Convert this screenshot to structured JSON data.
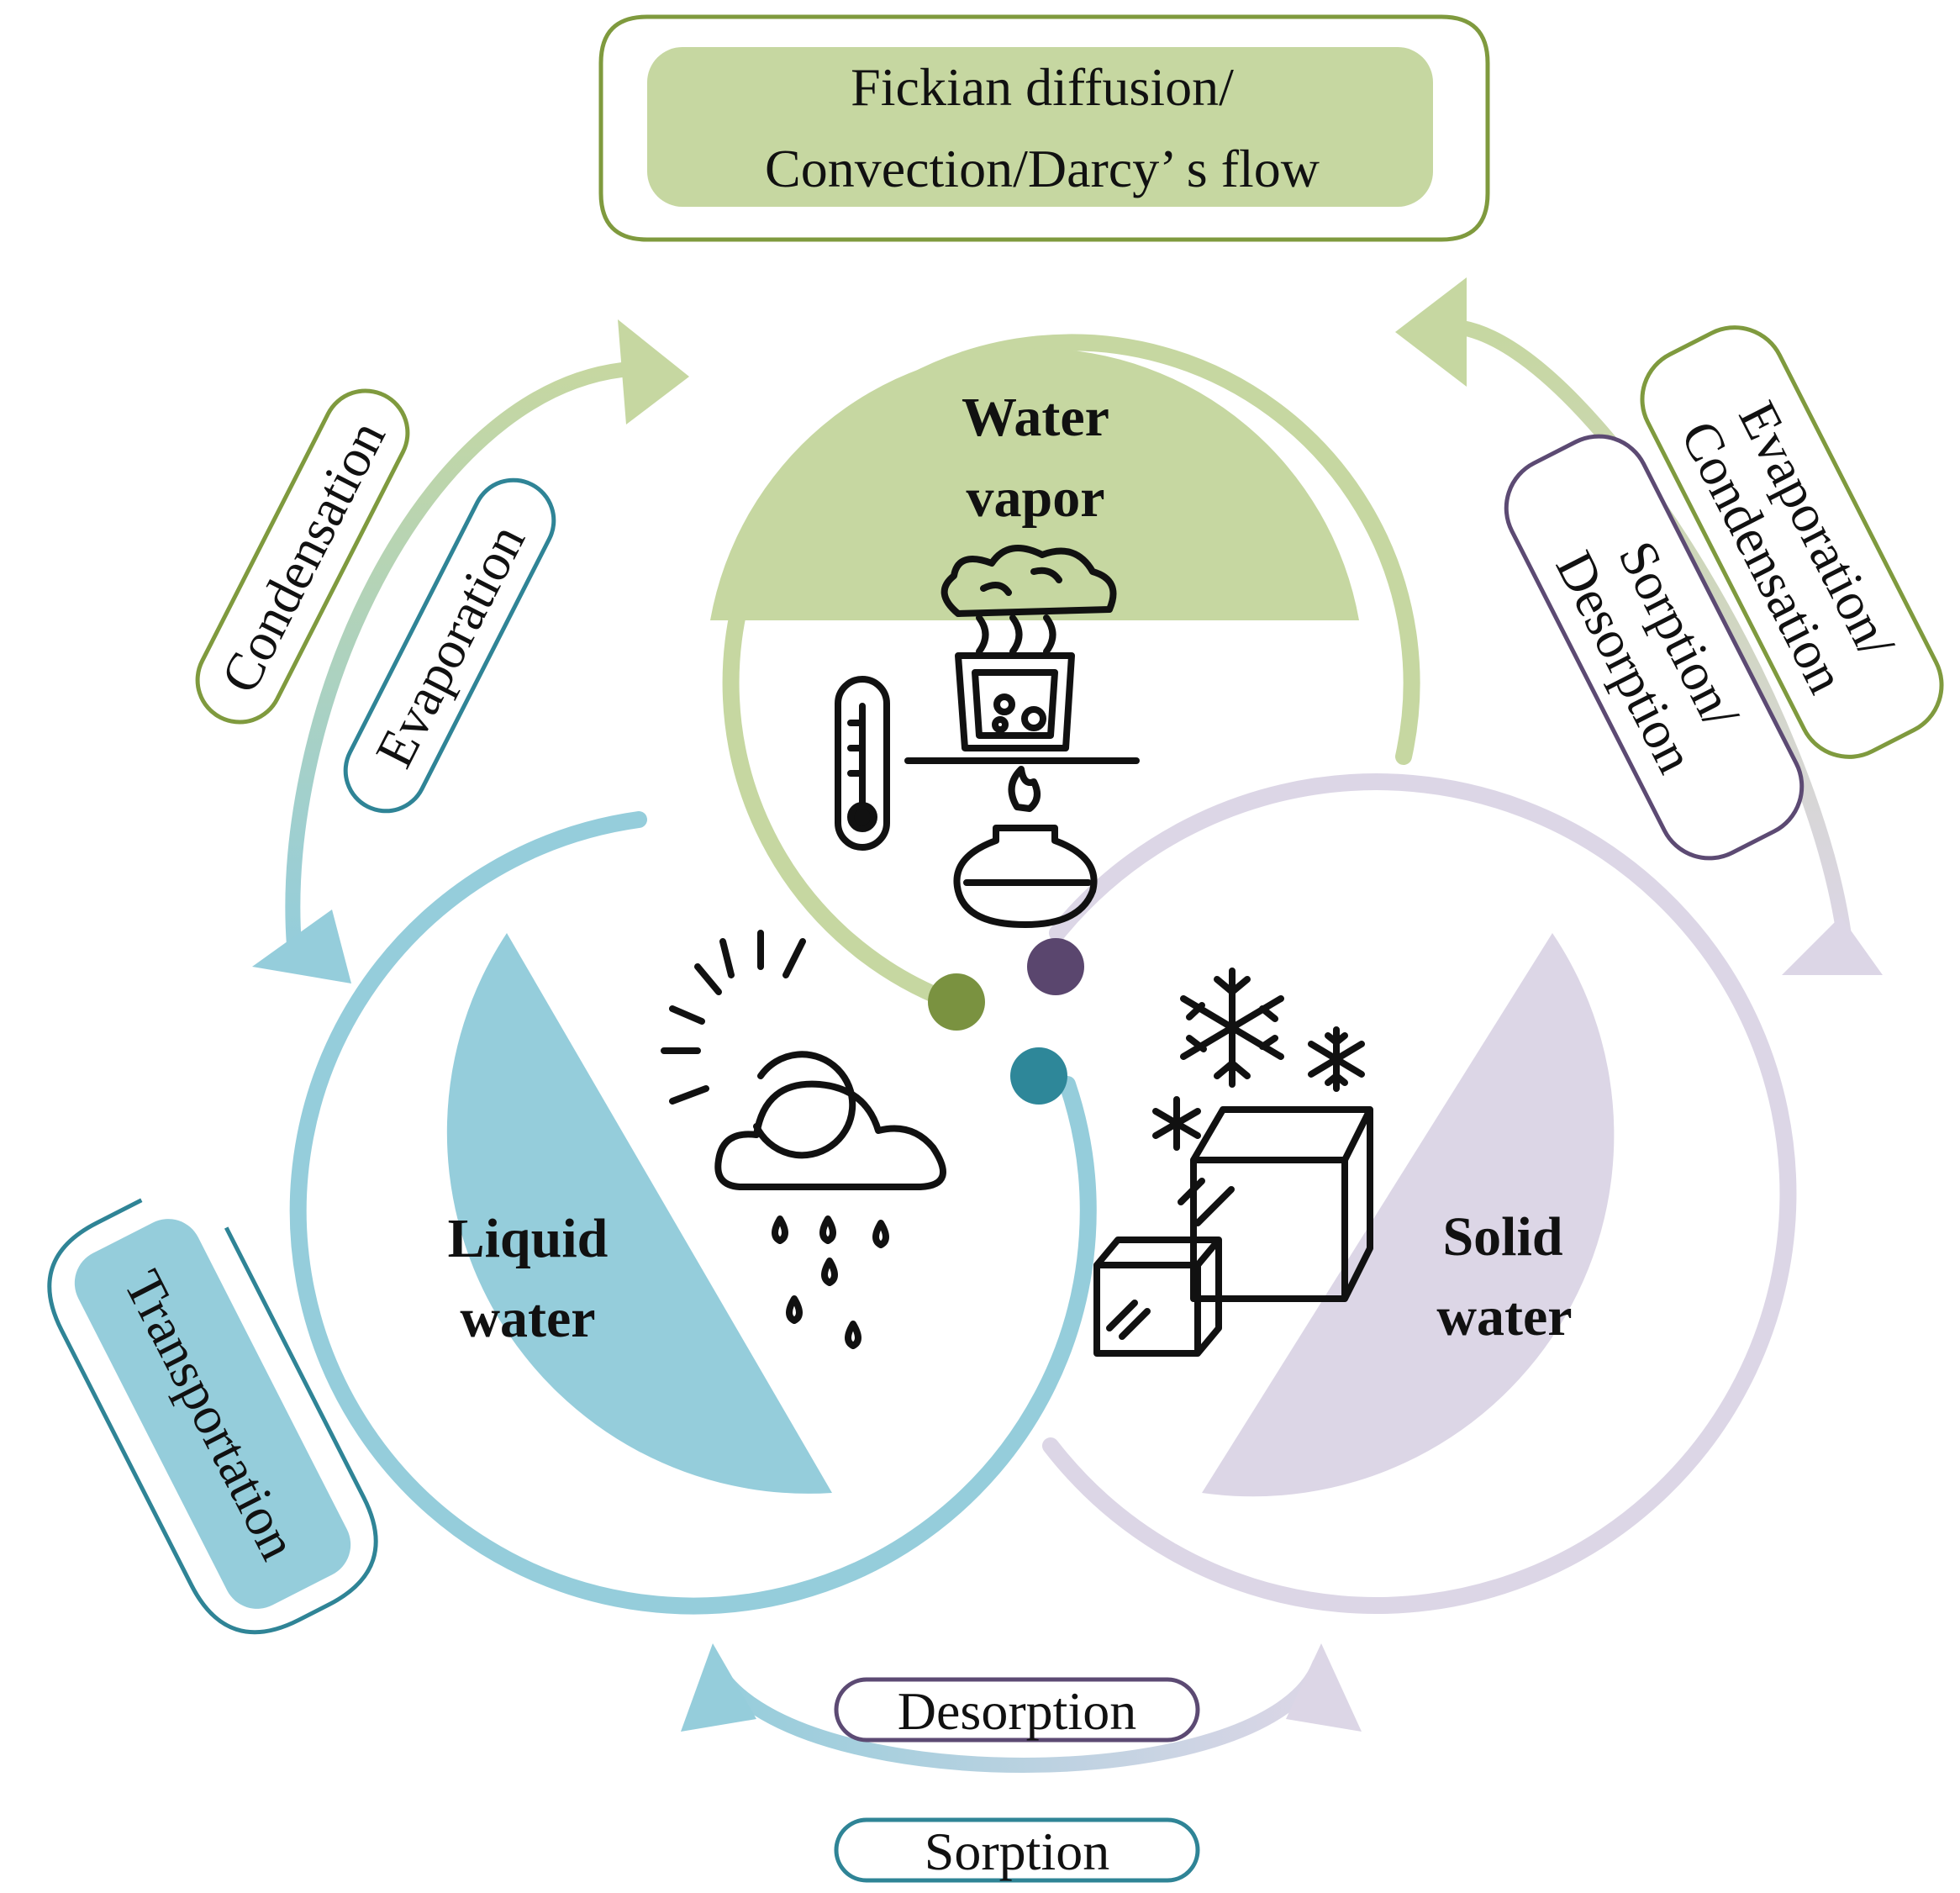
{
  "states": {
    "vapor": {
      "line1": "Water",
      "line2": "vapor",
      "color": "#c6d7a1",
      "dot": "#7a9240"
    },
    "liquid": {
      "line1": "Liquid",
      "line2": "water",
      "color": "#95cddb",
      "dot": "#2e8799"
    },
    "solid": {
      "line1": "Solid",
      "line2": "water",
      "color": "#dcd6e6",
      "dot": "#5a466e"
    }
  },
  "processes": {
    "top_line1": "Fickian diffusion/",
    "top_line2": "Convection/Darcy’ s flow",
    "left_outer": "Condensation",
    "left_inner": "Evaporation",
    "right_outer_line1": "Evaporation/",
    "right_outer_line2": "Condensation",
    "right_inner_line1": "Sorption/",
    "right_inner_line2": "Desorption",
    "transport": "Transportation",
    "bottom_desorption": "Desorption",
    "bottom_sorption": "Sorption"
  },
  "icons": {
    "vapor_group": [
      "cloud-icon",
      "beaker-icon",
      "thermometer-icon",
      "burner-icon"
    ],
    "liquid_group": [
      "sun-icon",
      "rain-cloud-icon",
      "raindrop-icon"
    ],
    "solid_group": [
      "snowflake-icon",
      "ice-cube-icon"
    ]
  },
  "colors": {
    "green_border": "#7f9a3e",
    "blue_border": "#2f8496",
    "purple_border": "#5c4a73"
  }
}
